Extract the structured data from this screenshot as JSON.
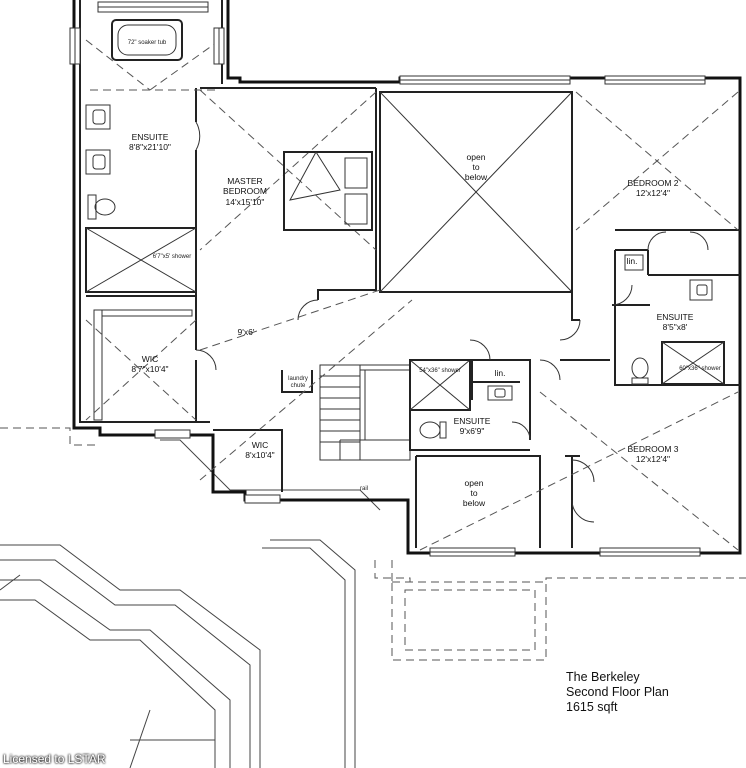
{
  "rooms": {
    "ensuite_master": {
      "name": "ENSUITE",
      "dim": "8'8\"x21'10\""
    },
    "master_bedroom": {
      "name_line1": "MASTER",
      "name_line2": "BEDROOM",
      "dim": "14'x15'10\""
    },
    "open_to_below_1": {
      "line1": "open",
      "line2": "to",
      "line3": "below"
    },
    "bedroom2": {
      "name": "BEDROOM 2",
      "dim": "12'x12'4\""
    },
    "ensuite_b2": {
      "name": "ENSUITE",
      "dim": "8'5\"x8'"
    },
    "hall": {
      "dim": "9'x6'"
    },
    "wic_master": {
      "name": "WIC",
      "dim": "8'7\"x10'4\""
    },
    "laundry": {
      "line1": "laundry",
      "line2": "chute"
    },
    "ensuite_mid": {
      "name": "ENSUITE",
      "dim": "9'x6'9\""
    },
    "bedroom3": {
      "name": "BEDROOM 3",
      "dim": "12'x12'4\""
    },
    "wic_small": {
      "name": "WIC",
      "dim": "8'x10'4\""
    },
    "open_to_below_2": {
      "line1": "open",
      "line2": "to",
      "line3": "below"
    },
    "lin_b2": "lin.",
    "lin_mid": "lin."
  },
  "fixtures": {
    "tub": "72\" soaker tub",
    "shower_master": "6'7\"x5' shower",
    "shower_b2": "60\"x36\" shower",
    "shower_mid": "54\"x36\" shower",
    "rail": "rail"
  },
  "title": {
    "line1": "The Berkeley",
    "line2": "Second Floor Plan",
    "line3": "1615 sqft"
  },
  "credit": "Licensed to LSTAR"
}
